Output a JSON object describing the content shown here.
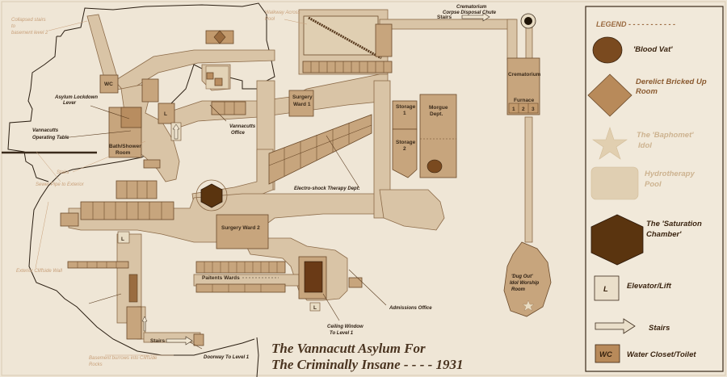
{
  "title": {
    "line1": "The Vannacutt Asylum For",
    "line2": "The Criminally Insane - - - - 1931"
  },
  "legend": {
    "heading": "LEGEND - - - - - - - - - - -",
    "items": [
      {
        "symbol": "blood-vat",
        "label": "'Blood Vat'"
      },
      {
        "symbol": "derelict-room",
        "label1": "Derelict Bricked Up",
        "label2": "Room"
      },
      {
        "symbol": "baphomet-idol",
        "label1": "The 'Baphomet'",
        "label2": "Idol"
      },
      {
        "symbol": "hydrotherapy-pool",
        "label1": "Hydrotherapy",
        "label2": "Pool"
      },
      {
        "symbol": "saturation-chamber",
        "label1": "The 'Saturation",
        "label2": "Chamber'"
      },
      {
        "symbol": "elevator",
        "glyph": "L",
        "label": "Elevator/Lift"
      },
      {
        "symbol": "stairs",
        "label": "Stairs"
      },
      {
        "symbol": "water-closet",
        "glyph": "WC",
        "label": "Water Closet/Toilet"
      }
    ]
  },
  "rooms": {
    "wc": "WC",
    "bath1": "Bath/Shower",
    "bath2": "Room",
    "surgery1a": "Surgery",
    "surgery1b": "Ward 1",
    "surgery2": "Surgery Ward 2",
    "storage1a": "Storage",
    "storage1b": "1",
    "storage2a": "Storage",
    "storage2b": "2",
    "morgue1": "Morgue",
    "morgue2": "Dept.",
    "crematorium": "Crematorium",
    "furnace": "Furnace",
    "f1": "1",
    "f2": "2",
    "f3": "3",
    "patients": "Paitents Wards",
    "elevator": "L",
    "stairs1": "Stairs",
    "stairs2": "Stairs"
  },
  "labels": {
    "lockdown1": "Asylum Lockdown",
    "lockdown2": "Lever",
    "optable1": "Vannacutts",
    "optable2": "Operating Table",
    "office1": "Vannacutts",
    "office2": "Office",
    "electro": "Electro-shock Therapy Dept.",
    "admissions": "Admissions Office",
    "ceiling1": "Ceiling Window",
    "ceiling2": "To Level 1",
    "doorway": "Doorway To Level 1",
    "dugout1": "'Dug Out'",
    "dugout2": "Idol Worship",
    "dugout3": "Room",
    "chute1": "Crematorium",
    "chute2": "Corpse Disposal Chute"
  },
  "notes": {
    "collapsed1": "Collapsed stairs",
    "collapsed2": "to",
    "collapsed3": "basement level 2",
    "walkway1": "Walkway Across",
    "walkway2": "Pool",
    "stairs": "Stairs",
    "sewer": "Sewer Pipe to Exterior",
    "cliffwall": "Exterior Cliffside Wall",
    "burrows1": "Basement burrows into Cliffside",
    "burrows2": "Rocks"
  }
}
